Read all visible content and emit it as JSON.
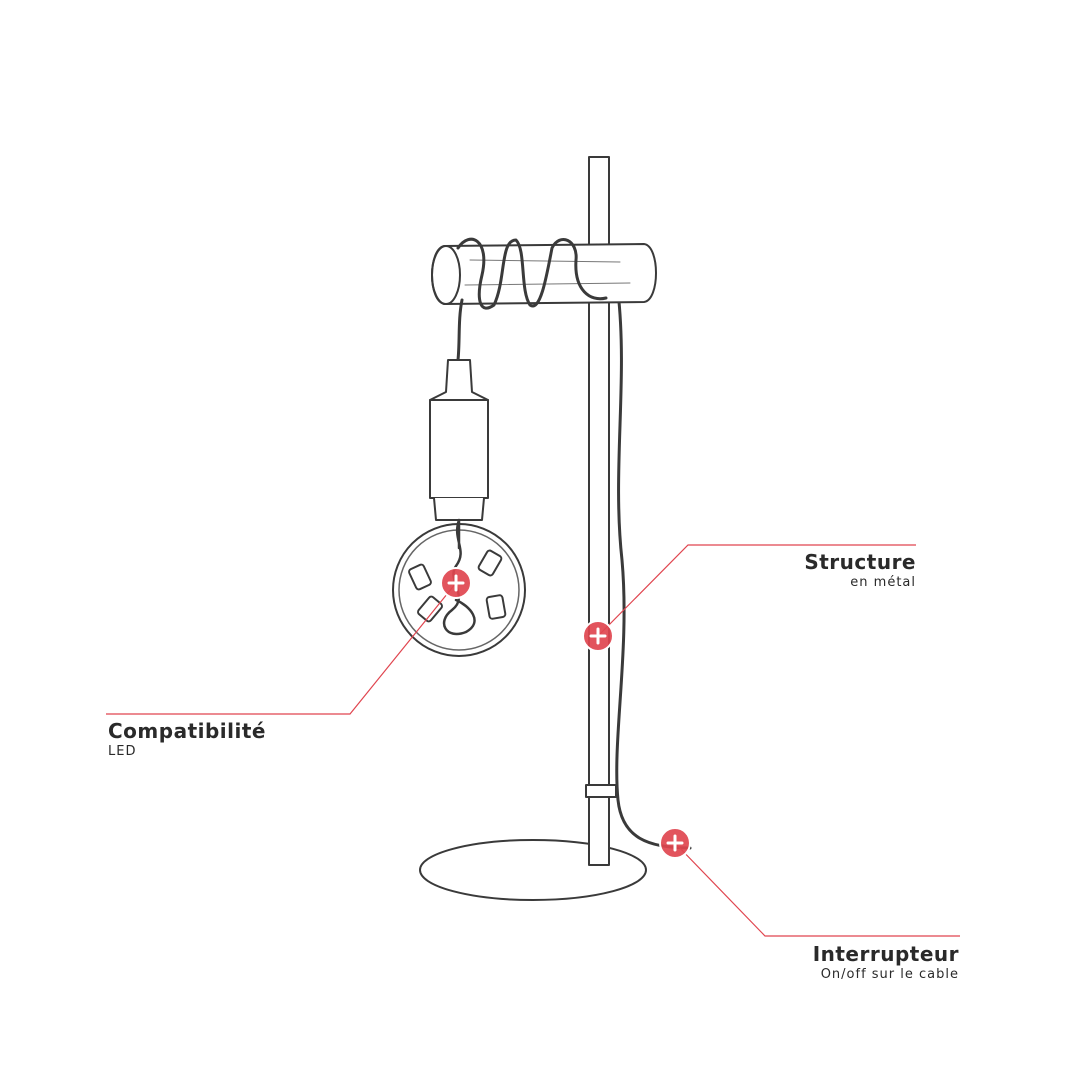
{
  "hotspots": [
    {
      "id": "compatibilite",
      "title": "Compatibilité",
      "subtitle": "LED"
    },
    {
      "id": "structure",
      "title": "Structure",
      "subtitle": "en métal"
    },
    {
      "id": "interrupteur",
      "title": "Interrupteur",
      "subtitle": "On/off sur le cable"
    }
  ],
  "colors": {
    "accent": "#e0454f",
    "line": "#e0454f",
    "sketch": "#3a3a3a",
    "label": "#2a2a2a"
  },
  "icons": {
    "hotspot": "plus-icon"
  }
}
